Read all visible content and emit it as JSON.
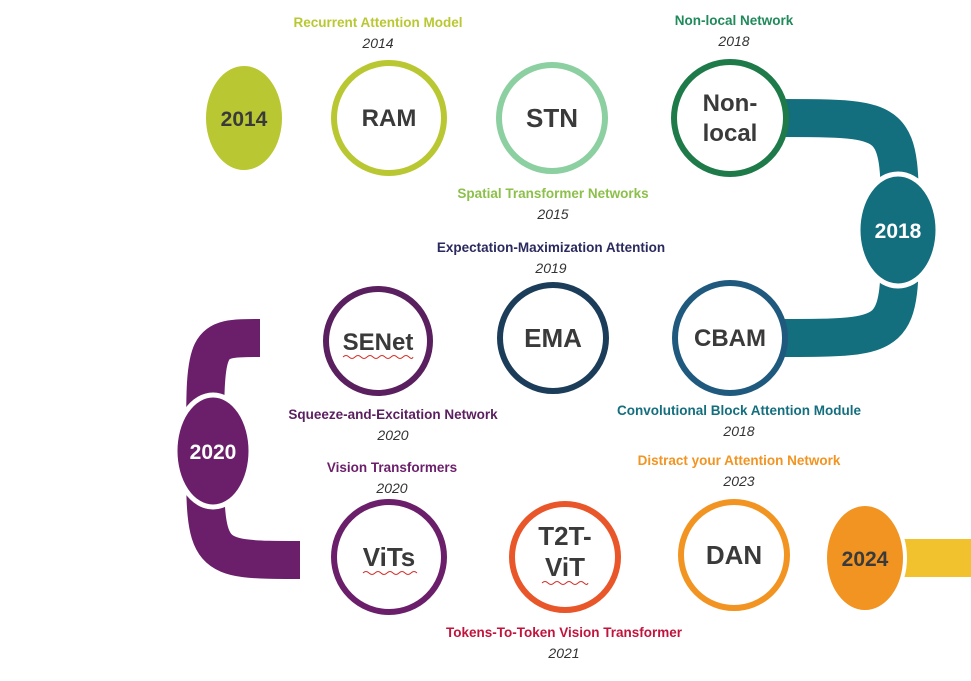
{
  "colors": {
    "yellow": "#f2c12e",
    "lime": "#b9c832",
    "green_light": "#8ccfa0",
    "green_dark": "#1f7a4a",
    "teal": "#136e7e",
    "navy": "#1b3d5a",
    "purple": "#6b1f6b",
    "red": "#b5123a",
    "orange": "#f29422"
  },
  "year_markers": [
    "2014",
    "2018",
    "2020",
    "2024"
  ],
  "nodes": {
    "ram": "RAM",
    "stn": "STN",
    "nonlocal_1": "Non-",
    "nonlocal_2": "local",
    "senet": "SENet",
    "ema": "EMA",
    "cbam": "CBAM",
    "vits": "ViTs",
    "t2t_1": "T2T-",
    "t2t_2": "ViT",
    "dan": "DAN"
  },
  "labels": {
    "ram": {
      "title": "Recurrent Attention Model",
      "year": "2014"
    },
    "nonlocal": {
      "title": "Non-local Network",
      "year": "2018"
    },
    "stn": {
      "title": "Spatial Transformer Networks",
      "year": "2015"
    },
    "ema": {
      "title": "Expectation-Maximization Attention",
      "year": "2019"
    },
    "senet": {
      "title": "Squeeze-and-Excitation Network",
      "year": "2020"
    },
    "cbam": {
      "title": "Convolutional Block Attention Module",
      "year": "2018"
    },
    "vits": {
      "title": "Vision Transformers",
      "year": "2020"
    },
    "dan": {
      "title": "Distract your Attention Network",
      "year": "2023"
    },
    "t2t": {
      "title": "Tokens-To-Token Vision Transformer",
      "year": "2021"
    }
  }
}
